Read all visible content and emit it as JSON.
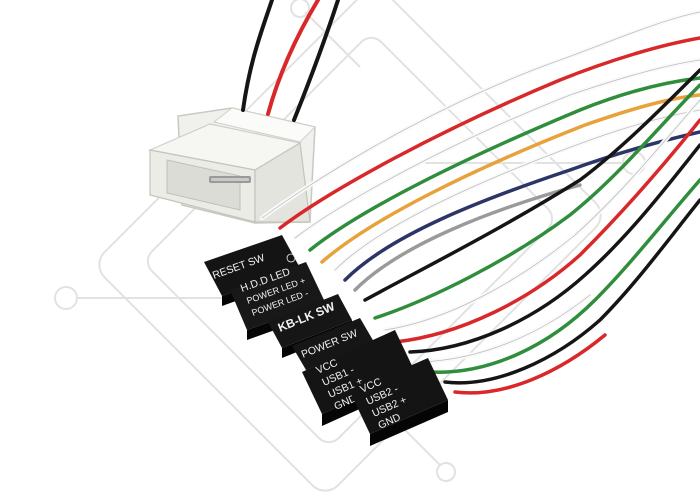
{
  "connectors": {
    "reset_sw": "RESET SW",
    "hdd_led": "H.D.D LED",
    "power_led_plus": "POWER LED +",
    "power_led_minus": "POWER LED -",
    "kb_lk_sw": "KB-LK SW",
    "power_sw": "POWER SW",
    "usb1": {
      "vcc": "VCC",
      "minus": "USB1 -",
      "plus": "USB1 +",
      "gnd": "GND"
    },
    "usb2": {
      "vcc": "VCC",
      "minus": "USB2 -",
      "plus": "USB2 +",
      "gnd": "GND"
    }
  },
  "colors": {
    "background": "#ffffff",
    "watermark": "#e3e3e3",
    "molex": "#f1f1ee",
    "header": "#141414",
    "wire_black": "#151515",
    "wire_red": "#d8282a",
    "wire_green": "#2f8d3c",
    "wire_white": "#fafafa",
    "wire_orange": "#e8a23c",
    "wire_navy": "#2d3568",
    "wire_grey": "#9a9a9a"
  }
}
